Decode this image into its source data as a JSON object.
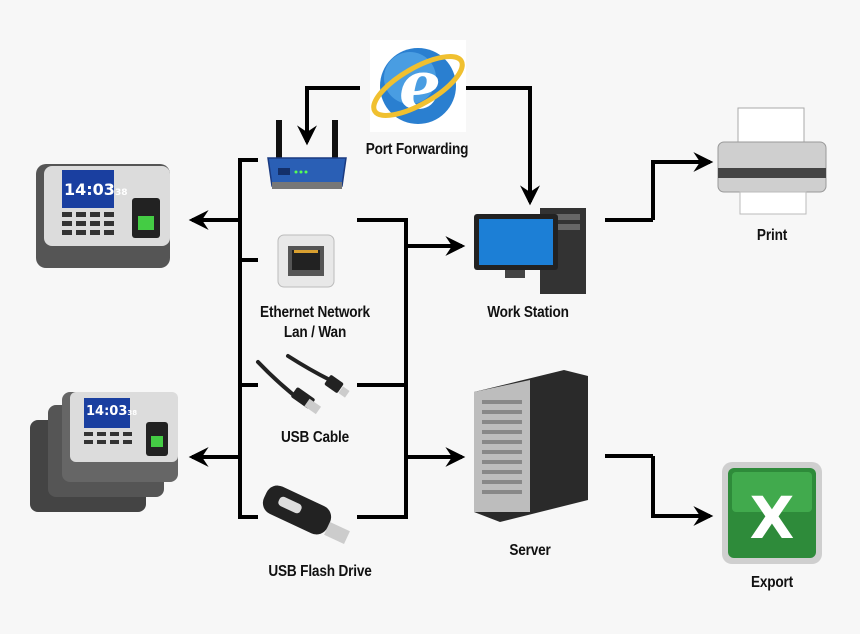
{
  "labels": {
    "port_forwarding": "Port Forwarding",
    "ethernet_line1": "Ethernet Network",
    "ethernet_line2": "Lan / Wan",
    "usb_cable": "USB Cable",
    "usb_flash_drive": "USB Flash Drive",
    "work_station": "Work Station",
    "server": "Server",
    "print": "Print",
    "export": "Export"
  },
  "devices": {
    "clock_time": "14:03",
    "clock_seconds": "38"
  },
  "colors": {
    "background": "#f7f7f7",
    "lines": "#000000",
    "router": "#2a5fb5",
    "ie": "#2a7fd0",
    "excel": "#2e8b3a",
    "clock_screen": "#1a3fa0"
  }
}
